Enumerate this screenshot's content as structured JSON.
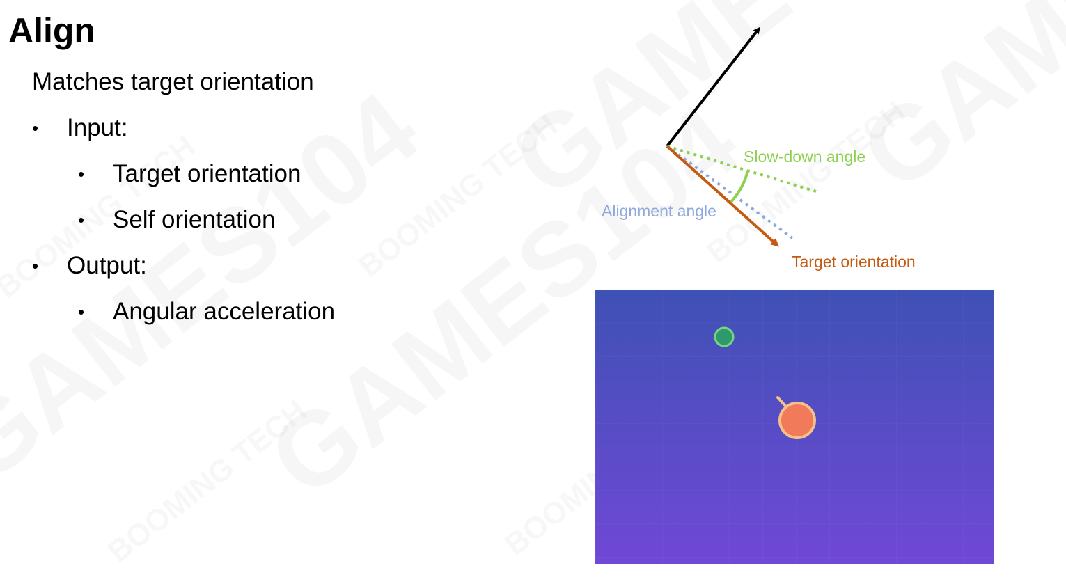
{
  "slide": {
    "title": "Align",
    "subtitle": "Matches target orientation",
    "bullets": [
      {
        "level": 1,
        "text": "Input:"
      },
      {
        "level": 2,
        "text": "Target orientation"
      },
      {
        "level": 2,
        "text": "Self orientation"
      },
      {
        "level": 1,
        "text": "Output:"
      },
      {
        "level": 2,
        "text": "Angular acceleration"
      }
    ],
    "bullet_glyph": "•"
  },
  "diagram": {
    "labels": {
      "slow_down_angle": "Slow-down angle",
      "alignment_angle": "Alignment angle",
      "target_orientation": "Target orientation"
    },
    "colors": {
      "self_orientation": "#000000",
      "slow_down": "#8cd150",
      "alignment": "#8fa9dc",
      "target": "#c55a11"
    }
  },
  "simulation": {
    "colors": {
      "background_top": "#3f51b5",
      "background_bottom": "#7048d6",
      "target_dot": "#2e9a6b",
      "target_dot_border": "#7ad47e",
      "agent": "#f07a5a",
      "agent_border": "#f5c089"
    }
  },
  "watermark": {
    "text": "GAMES104",
    "brand": "BOOMING TECH"
  }
}
